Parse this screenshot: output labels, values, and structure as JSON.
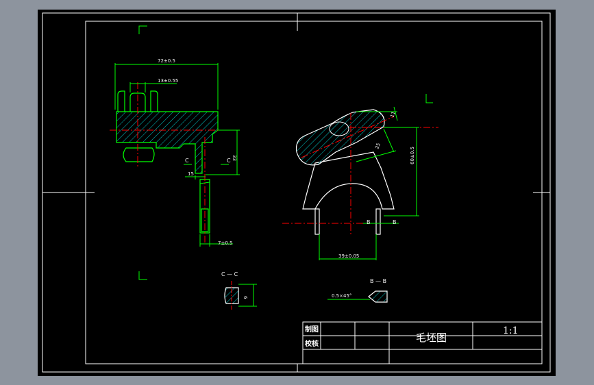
{
  "drawing": {
    "title": "毛坯图",
    "scale": "1:1"
  },
  "title_block": {
    "drawn_label": "制图",
    "checked_label": "校核"
  },
  "dimensions": {
    "overall_width": "72±0.5",
    "slot_width": "13±0.55",
    "height_33": "33",
    "width_15": "15",
    "rod_7": "7±0.5",
    "fork_opening": "39±0.05",
    "fork_height": "60±0.5",
    "angle_25": "25",
    "radius_11": "11",
    "chamfer": "0.5×45°",
    "section_thickness": "6"
  },
  "section_labels": {
    "c_left": "C",
    "c_right": "C",
    "b_left": "B",
    "b_right": "B",
    "cc_title": "C — C",
    "bb_title": "B — B"
  },
  "colors": {
    "background": "#8d949e",
    "sheet": "#000000",
    "outline": "#ffffff",
    "part": "#00ff00",
    "centerline": "#ff0000",
    "hatch": "#00c8c8"
  }
}
